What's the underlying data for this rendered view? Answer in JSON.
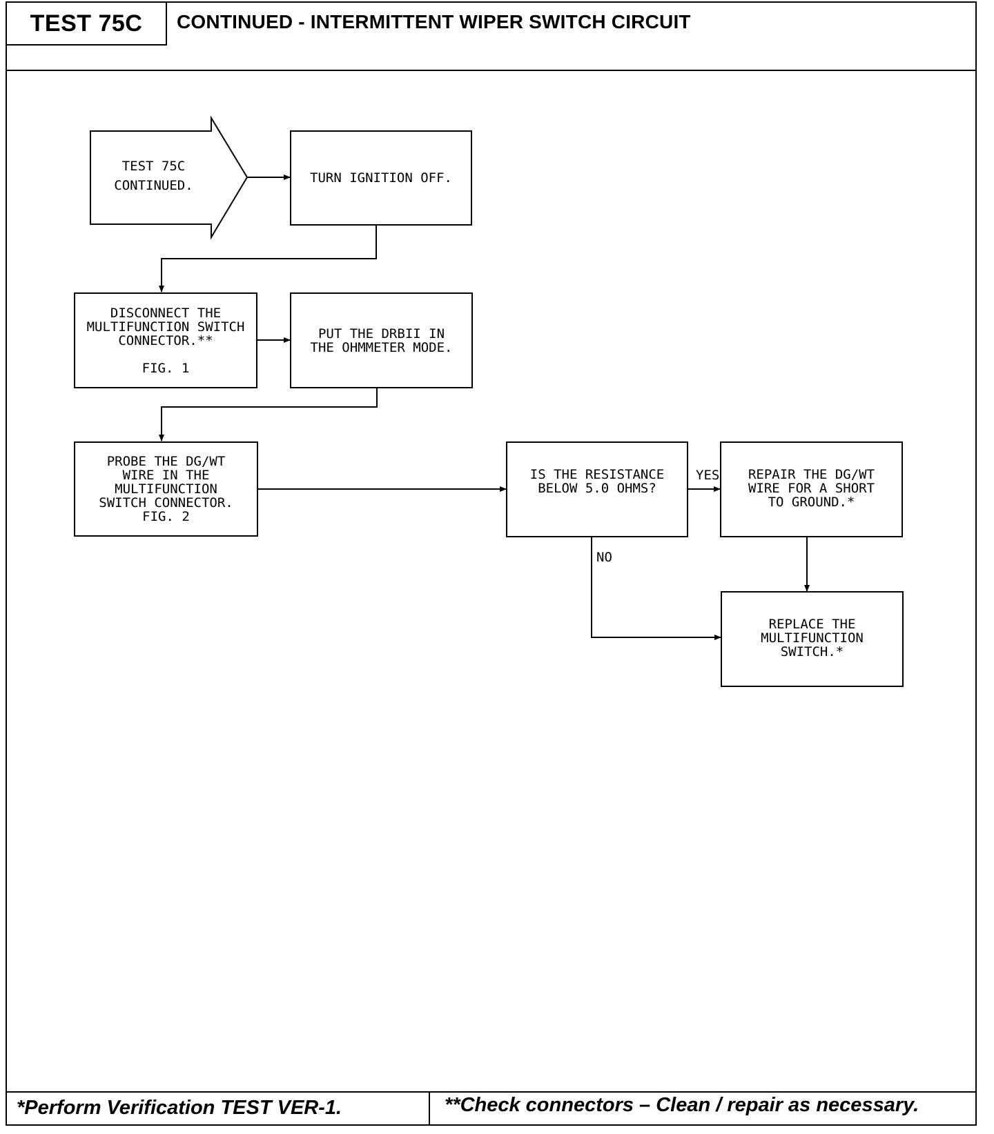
{
  "header": {
    "test_id": "TEST 75C",
    "title": "CONTINUED - INTERMITTENT WIPER SWITCH CIRCUIT"
  },
  "flow": {
    "start": [
      "TEST 75C",
      "CONTINUED."
    ],
    "ignition": [
      "TURN IGNITION OFF."
    ],
    "disconnect": [
      "DISCONNECT THE",
      "MULTIFUNCTION SWITCH",
      "CONNECTOR.**",
      "FIG. 1"
    ],
    "drbii": [
      "PUT THE DRBII IN",
      "THE OHMMETER MODE."
    ],
    "probe": [
      "PROBE THE DG/WT",
      "WIRE IN THE",
      "MULTIFUNCTION",
      "SWITCH CONNECTOR.",
      "FIG. 2"
    ],
    "question": [
      "IS THE RESISTANCE",
      "BELOW 5.0 OHMS?"
    ],
    "repair": [
      "REPAIR THE DG/WT",
      "WIRE FOR A SHORT",
      "TO GROUND.*"
    ],
    "replace": [
      "REPLACE THE",
      "MULTIFUNCTION",
      "SWITCH.*"
    ],
    "yes_label": "YES",
    "no_label": "NO"
  },
  "footer": {
    "left": "*Perform Verification TEST VER-1.",
    "right": "**Check connectors – Clean / repair as necessary."
  }
}
